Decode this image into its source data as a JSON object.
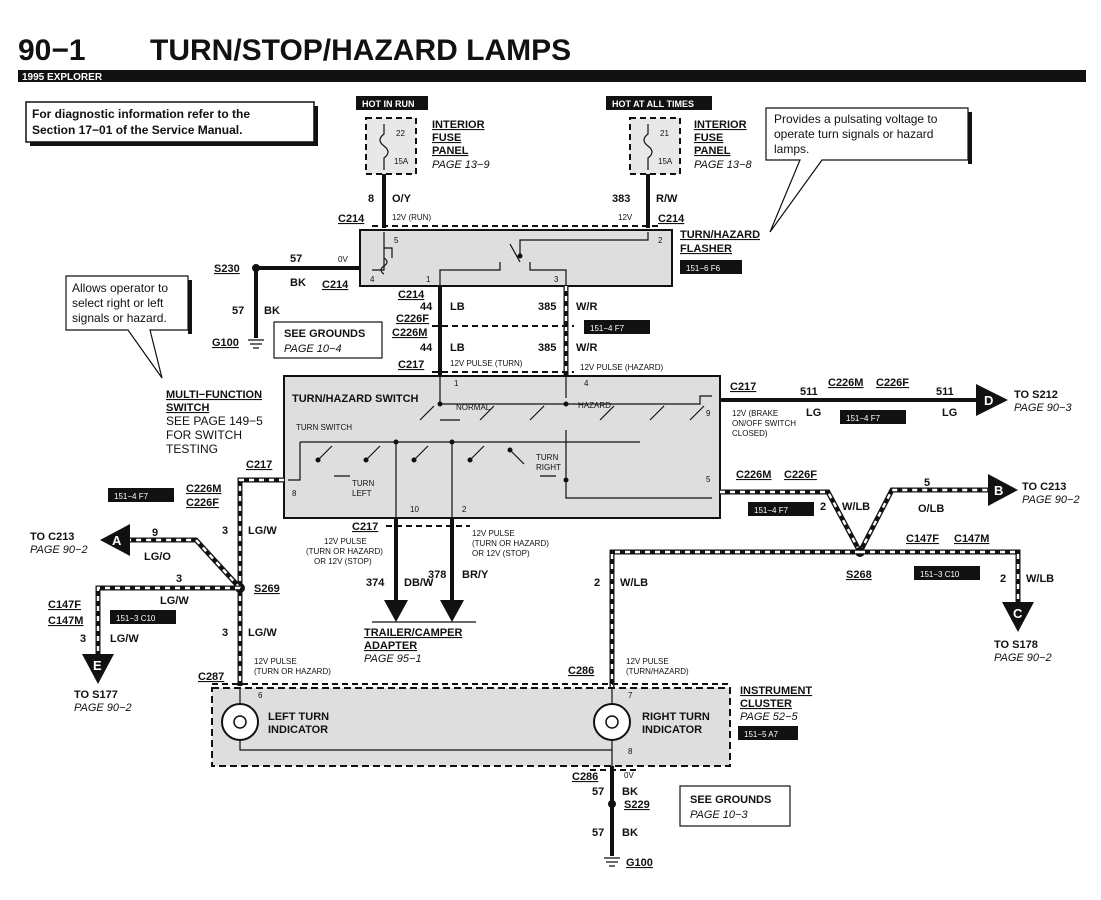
{
  "header": {
    "page_number": "90−1",
    "title": "TURN/STOP/HAZARD LAMPS",
    "vehicle": "1995 EXPLORER"
  },
  "notes": {
    "diagnostic_line1": "For diagnostic information refer to the",
    "diagnostic_line2": "Section 17−01 of the Service Manual.",
    "flasher_line1": "Provides a pulsating voltage to",
    "flasher_line2": "operate turn signals or hazard",
    "flasher_line3": "lamps.",
    "switch_line1": "Allows operator to",
    "switch_line2": "select right or left",
    "switch_line3": "signals or hazard."
  },
  "power": {
    "left_badge": "HOT IN RUN",
    "right_badge": "HOT AT ALL TIMES",
    "left_fuse_num": "22",
    "left_fuse_amp": "15A",
    "right_fuse_num": "21",
    "right_fuse_amp": "15A",
    "panel_name1": "INTERIOR",
    "panel_name2": "FUSE",
    "panel_name3": "PANEL",
    "left_page": "PAGE 13−9",
    "right_page": "PAGE 13−8"
  },
  "flasher": {
    "name1": "TURN/HAZARD",
    "name2": "FLASHER",
    "ref": "151−6 F6",
    "pin5": "5",
    "pin2": "2",
    "pin4": "4",
    "pin1": "1",
    "pin3": "3",
    "volt_run": "12V (RUN)",
    "volt_12v": "12V",
    "volt_0v": "0V"
  },
  "connectors": {
    "c214": "C214",
    "c226f": "C226F",
    "c226m": "C226M",
    "c217": "C217",
    "s230": "S230",
    "g100": "G100",
    "c147f": "C147F",
    "c147m": "C147M",
    "s269": "S269",
    "s268": "S268",
    "c287": "C287",
    "c286": "C286",
    "s229": "S229"
  },
  "wires": {
    "w8": "8",
    "w8c": "O/Y",
    "w383": "383",
    "w383c": "R/W",
    "w57": "57",
    "w57c": "BK",
    "w44": "44",
    "w44c": "LB",
    "w385": "385",
    "w385c": "W/R",
    "w511": "511",
    "w511c": "LG",
    "w5": "5",
    "w5c": "O/LB",
    "w2": "2",
    "w2c": "W/LB",
    "w3": "3",
    "w3c": "LG/W",
    "w9": "9",
    "w9c": "LG/O",
    "w374": "374",
    "w374c": "DB/W",
    "w378": "378",
    "w378c": "BR/Y"
  },
  "labels": {
    "ref_151_4_f7": "151−4 F7",
    "ref_151_3_c10": "151−3 C10",
    "ref_151_5_a7": "151−5 A7",
    "see_grounds": "SEE GROUNDS",
    "page_10_4": "PAGE 10−4",
    "page_10_3": "PAGE 10−3",
    "pulse_turn": "12V PULSE (TURN)",
    "pulse_hazard": "12V PULSE (HAZARD)",
    "brake1": "12V (BRAKE",
    "brake2": "ON/OFF SWITCH",
    "brake3": "CLOSED)",
    "pulse_a1": "12V PULSE",
    "pulse_a2": "(TURN OR HAZARD)",
    "pulse_a3": "OR 12V (STOP)",
    "pulse_b1": "12V PULSE",
    "pulse_b2": "(TURN OR HAZARD)",
    "pulse_b3": "OR 12V (STOP)",
    "pulse_c1": "12V PULSE",
    "pulse_c2": "(TURN OR HAZARD)",
    "pulse_d1": "12V PULSE",
    "pulse_d2": "(TURN/HAZARD)",
    "v0": "0V"
  },
  "switch": {
    "mf1": "MULTI−FUNCTION",
    "mf2": "SWITCH",
    "mf3": "SEE PAGE 149−5",
    "mf4": "FOR SWITCH",
    "mf5": "TESTING",
    "name": "TURN/HAZARD SWITCH",
    "normal": "NORMAL",
    "hazard": "HAZARD",
    "turn_switch": "TURN SWITCH",
    "turn_left1": "TURN",
    "turn_left2": "LEFT",
    "turn_right1": "TURN",
    "turn_right2": "RIGHT",
    "pin1": "1",
    "pin4": "4",
    "pin9": "9",
    "pin8": "8",
    "pin5": "5",
    "pin10": "10",
    "pin2": "2"
  },
  "destinations": {
    "d_letter": "D",
    "d_to": "TO S212",
    "d_page": "PAGE 90−3",
    "b_letter": "B",
    "b_to": "TO C213",
    "b_page": "PAGE 90−2",
    "c_letter": "C",
    "c_to": "TO S178",
    "c_page": "PAGE 90−2",
    "a_letter": "A",
    "a_to": "TO C213",
    "a_page": "PAGE 90−2",
    "e_letter": "E",
    "e_to": "TO S177",
    "e_page": "PAGE 90−2"
  },
  "trailer": {
    "name1": "TRAILER/CAMPER",
    "name2": "ADAPTER",
    "page": "PAGE 95−1"
  },
  "cluster": {
    "name1": "INSTRUMENT",
    "name2": "CLUSTER",
    "page": "PAGE 52−5",
    "ref": "151−5 A7",
    "left1": "LEFT TURN",
    "left2": "INDICATOR",
    "right1": "RIGHT TURN",
    "right2": "INDICATOR",
    "pin6": "6",
    "pin7": "7",
    "pin8": "8"
  }
}
